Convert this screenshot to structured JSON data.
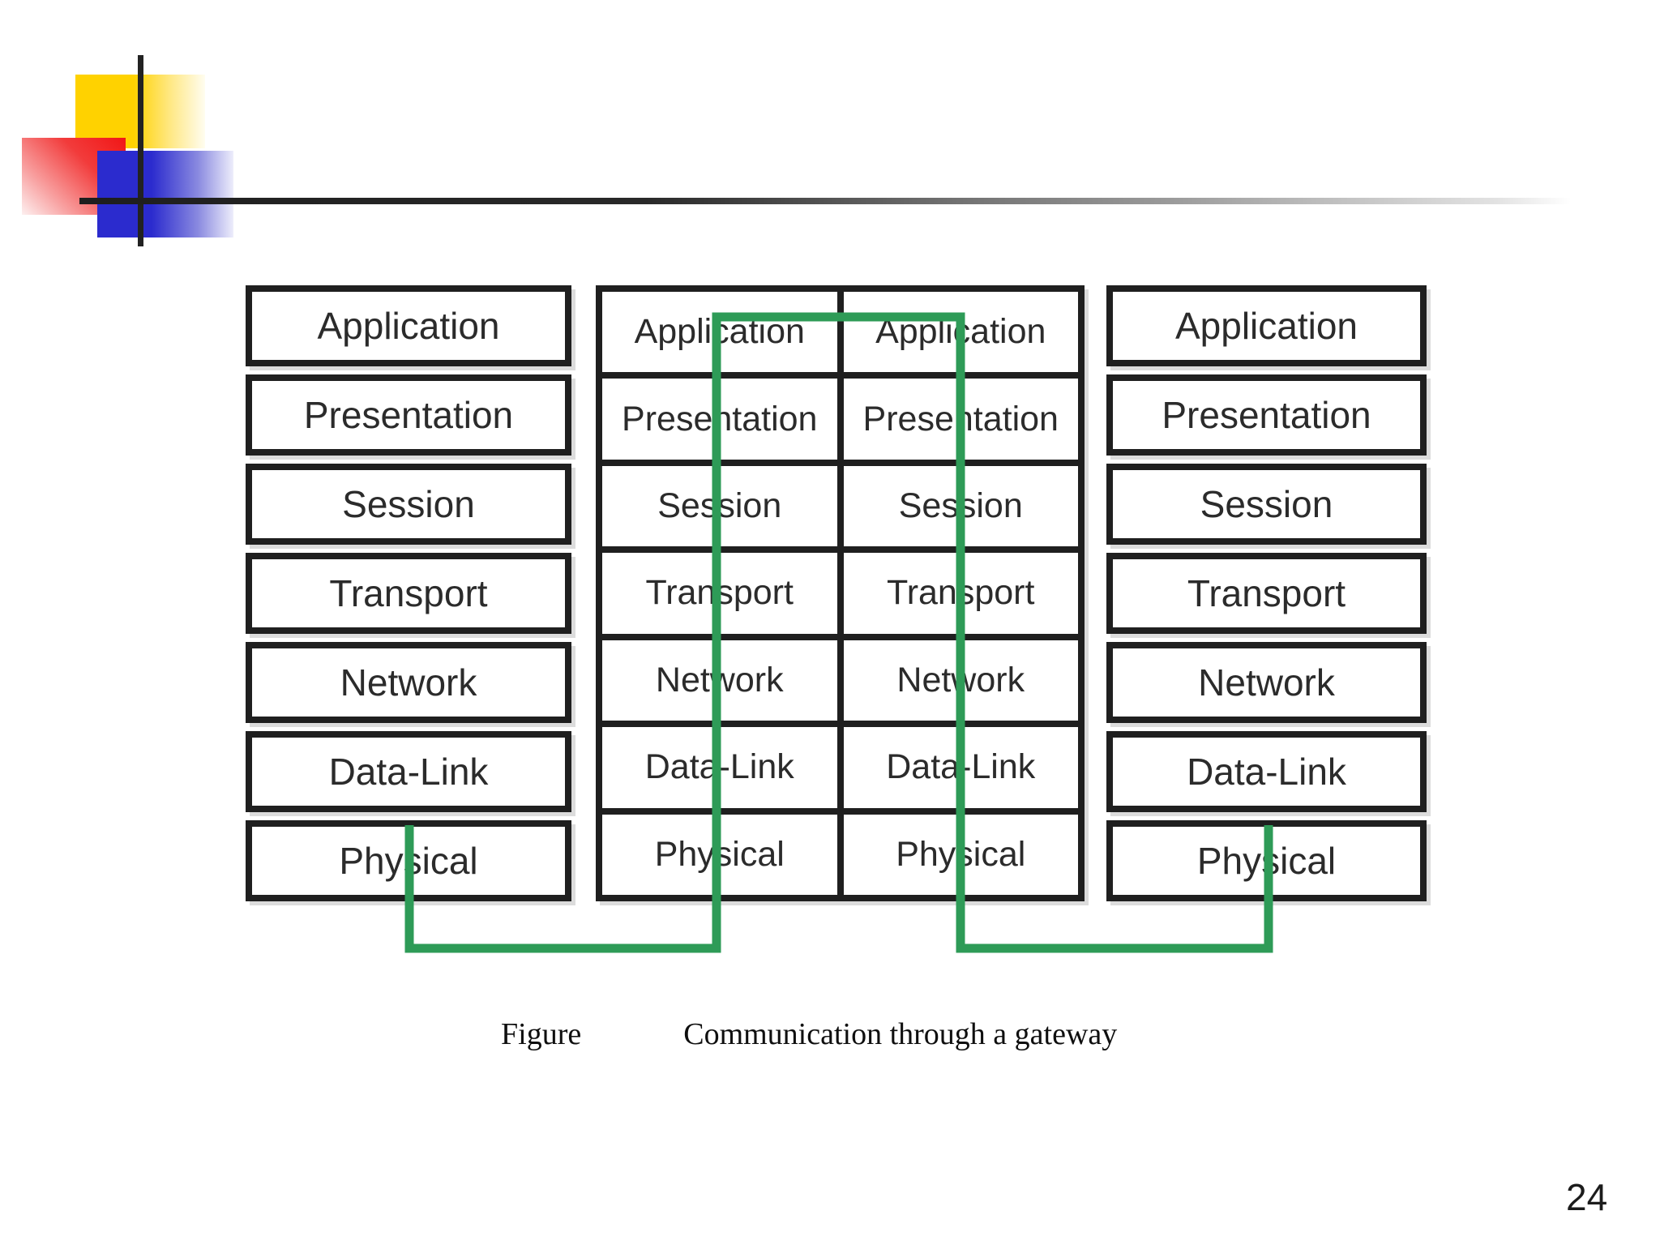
{
  "page": {
    "number": "24"
  },
  "caption": {
    "label": "Figure",
    "text": "Communication through a gateway"
  },
  "osi_layers": [
    "Application",
    "Presentation",
    "Session",
    "Transport",
    "Network",
    "Data-Link",
    "Physical"
  ],
  "colors": {
    "connector_green": "#2e9b57",
    "box_border": "#1f1f1f",
    "layer_text": "#2b2b2b",
    "caption_text": "#0f0f0f",
    "rule_dark": "#222222",
    "deco_yellow": "#ffd200",
    "deco_red": "#f11616",
    "deco_blue": "#2b2bce"
  }
}
